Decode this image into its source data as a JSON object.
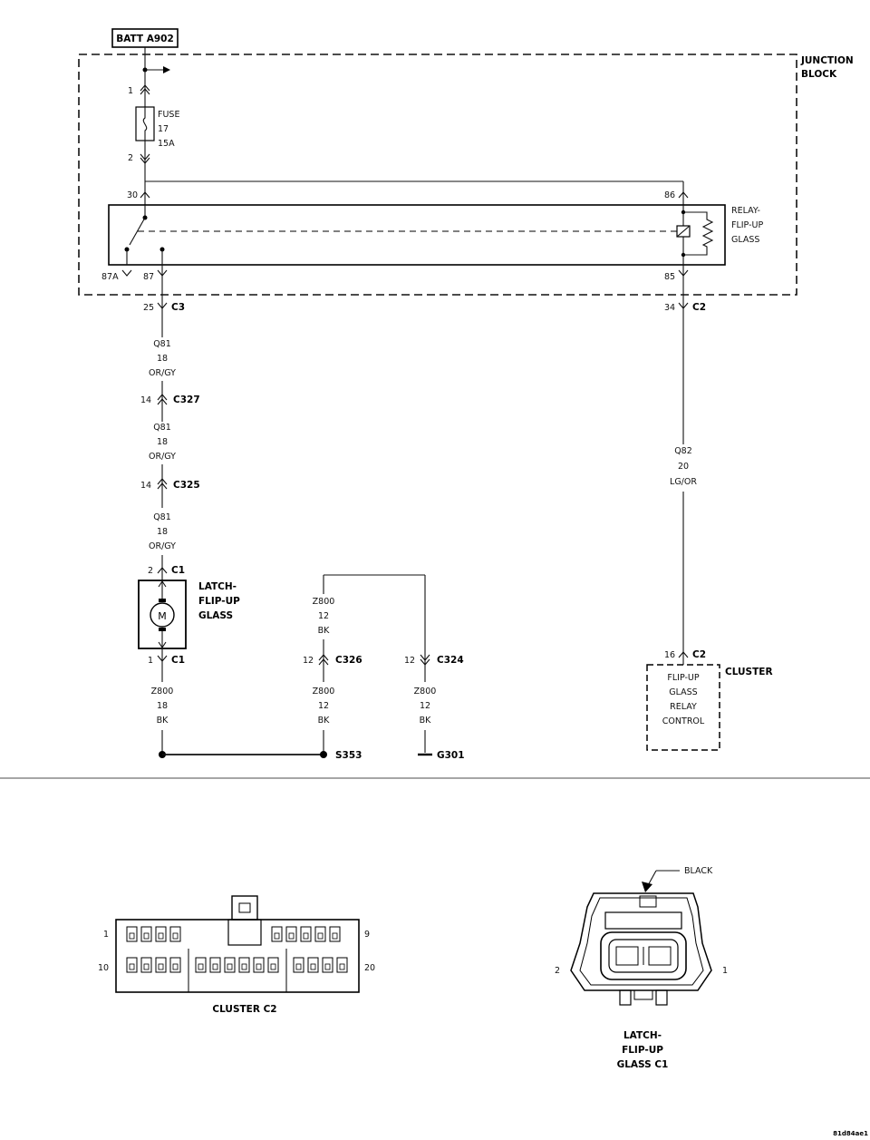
{
  "battery": {
    "label": "BATT A902"
  },
  "junction_block": {
    "label_line1": "JUNCTION",
    "label_line2": "BLOCK",
    "fuse": {
      "name": "FUSE",
      "number": "17",
      "rating": "15A",
      "pin_in": "1",
      "pin_out": "2"
    },
    "relay": {
      "label_line1": "RELAY-",
      "label_line2": "FLIP-UP",
      "label_line3": "GLASS",
      "pin_30": "30",
      "pin_86": "86",
      "pin_87a": "87A",
      "pin_87": "87",
      "pin_85": "85"
    }
  },
  "connectors": {
    "c3": {
      "pin": "25",
      "name": "C3"
    },
    "c2_top": {
      "pin": "34",
      "name": "C2"
    },
    "c327": {
      "pin": "14",
      "name": "C327"
    },
    "c325": {
      "pin": "14",
      "name": "C325"
    },
    "latch_c1_top": {
      "pin": "2",
      "name": "C1"
    },
    "latch_c1_bottom": {
      "pin": "1",
      "name": "C1"
    },
    "c326": {
      "pin": "12",
      "name": "C326"
    },
    "c324": {
      "pin": "12",
      "name": "C324"
    },
    "cluster_c2": {
      "pin": "16",
      "name": "C2"
    }
  },
  "wires": {
    "q81_a": {
      "circuit": "Q81",
      "gauge": "18",
      "color": "OR/GY"
    },
    "q81_b": {
      "circuit": "Q81",
      "gauge": "18",
      "color": "OR/GY"
    },
    "q81_c": {
      "circuit": "Q81",
      "gauge": "18",
      "color": "OR/GY"
    },
    "q82": {
      "circuit": "Q82",
      "gauge": "20",
      "color": "LG/OR"
    },
    "z800_top": {
      "circuit": "Z800",
      "gauge": "12",
      "color": "BK"
    },
    "z800_left": {
      "circuit": "Z800",
      "gauge": "18",
      "color": "BK"
    },
    "z800_mid": {
      "circuit": "Z800",
      "gauge": "12",
      "color": "BK"
    },
    "z800_right": {
      "circuit": "Z800",
      "gauge": "12",
      "color": "BK"
    }
  },
  "motor": {
    "symbol": "M",
    "label_line1": "LATCH-",
    "label_line2": "FLIP-UP",
    "label_line3": "GLASS"
  },
  "splice": {
    "name": "S353"
  },
  "ground": {
    "name": "G301"
  },
  "cluster": {
    "label": "CLUSTER",
    "function_line1": "FLIP-UP",
    "function_line2": "GLASS",
    "function_line3": "RELAY",
    "function_line4": "CONTROL"
  },
  "cluster_connector_view": {
    "caption": "CLUSTER C2",
    "pin_top_left": "1",
    "pin_top_right": "9",
    "pin_bottom_left": "10",
    "pin_bottom_right": "20"
  },
  "latch_connector_view": {
    "caption_line1": "LATCH-",
    "caption_line2": "FLIP-UP",
    "caption_line3": "GLASS C1",
    "color_label": "BLACK",
    "pin_left": "2",
    "pin_right": "1"
  },
  "footer_code": "81d84ae1"
}
